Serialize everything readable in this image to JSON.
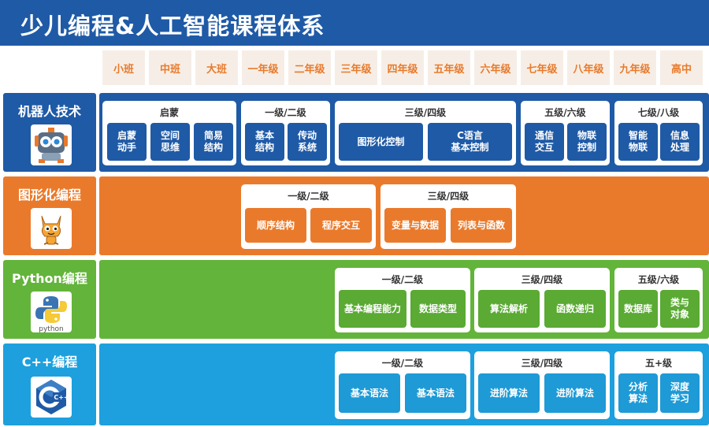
{
  "title": "少儿编程&人工智能课程体系",
  "grades": [
    "小班",
    "中班",
    "大班",
    "一年级",
    "二年级",
    "三年级",
    "四年级",
    "五年级",
    "六年级",
    "七年级",
    "八年级",
    "九年级",
    "高中"
  ],
  "rows": [
    {
      "name": "机器人技术",
      "icon": "robot-icon",
      "groups": [
        {
          "head": "启蒙",
          "items": [
            "启蒙\n动手",
            "空间\n思维",
            "简易\n结构"
          ]
        },
        {
          "head": "一级/二级",
          "items": [
            "基本\n结构",
            "传动\n系统"
          ]
        },
        {
          "head": "三级/四级",
          "items": [
            "图形化控制",
            "C语言\n基本控制"
          ]
        },
        {
          "head": "五级/六级",
          "items": [
            "通信\n交互",
            "物联\n控制"
          ]
        },
        {
          "head": "七级/八级",
          "items": [
            "智能\n物联",
            "信息\n处理"
          ]
        }
      ]
    },
    {
      "name": "图形化编程",
      "icon": "scratch-cat-icon",
      "groups": [
        {
          "head": "一级/二级",
          "items": [
            "顺序结构",
            "程序交互"
          ]
        },
        {
          "head": "三级/四级",
          "items": [
            "变量与数据",
            "列表与函数"
          ]
        }
      ]
    },
    {
      "name": "Python编程",
      "icon": "python-logo-icon",
      "logo_text": "python",
      "groups": [
        {
          "head": "一级/二级",
          "items": [
            "基本编程能力",
            "数据类型"
          ]
        },
        {
          "head": "三级/四级",
          "items": [
            "算法解析",
            "函数递归"
          ]
        },
        {
          "head": "五级/六级",
          "items": [
            "数据库",
            "类与\n对象"
          ]
        }
      ]
    },
    {
      "name": "C++编程",
      "icon": "cpp-logo-icon",
      "logo_text": "C++",
      "groups": [
        {
          "head": "一级/二级",
          "items": [
            "基本语法",
            "基本语法"
          ]
        },
        {
          "head": "三级/四级",
          "items": [
            "进阶算法",
            "进阶算法"
          ]
        },
        {
          "head": "五+级",
          "items": [
            "分析\n算法",
            "深度\n学习"
          ]
        }
      ]
    }
  ],
  "colors": {
    "title_bg": "#1f5aa6",
    "robot": "#1f5aa6",
    "graphic": "#ea7a2b",
    "python": "#63b43a",
    "cpp": "#1da0dd",
    "grade_bg": "#f6eee6",
    "grade_text": "#e97a2c"
  }
}
